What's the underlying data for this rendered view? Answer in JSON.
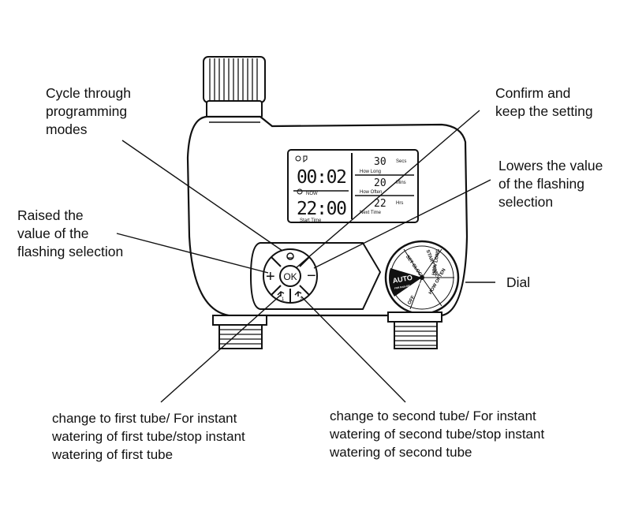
{
  "callouts": {
    "cycle_modes": "Cycle through\nprogramming\nmodes",
    "confirm": "Confirm and\nkeep the setting",
    "lowers": "Lowers the value\nof the flashing\nselection",
    "raised": "Raised the\nvalue of the\nflashing selection",
    "dial": "Dial",
    "first_tube": "change to first tube/ For instant\nwatering of first tube/stop instant\nwatering of first tube",
    "second_tube": "change to second tube/ For instant\nwatering of second tube/stop instant\nwatering of second tube"
  },
  "lcd": {
    "current_time": "00:02",
    "now_label": "NOW",
    "start_time": "22:00",
    "start_time_label": "Start Time",
    "how_long_value": "30",
    "how_long_unit": "Secs",
    "how_long_label": "How Long",
    "how_often_value": "20",
    "how_often_unit": "Mins",
    "how_often_label": "How Often",
    "next_time_value": "22",
    "next_time_unit": "Hrs",
    "next_time_label": "Next Time"
  },
  "buttons": {
    "plus": "+",
    "minus": "−",
    "ok": "OK"
  },
  "dial": {
    "auto": "AUTO",
    "auto_sub": "FOR RAIN DELAY\nPRESS",
    "set_clock": "SET\nCLOCK",
    "start_time": "START\nTIME",
    "how_long": "HOW\nLONG",
    "how_often": "HOW\nOFTEN",
    "off": "OFF"
  },
  "colors": {
    "line": "#111111",
    "dial_auto_bg": "#111111"
  }
}
